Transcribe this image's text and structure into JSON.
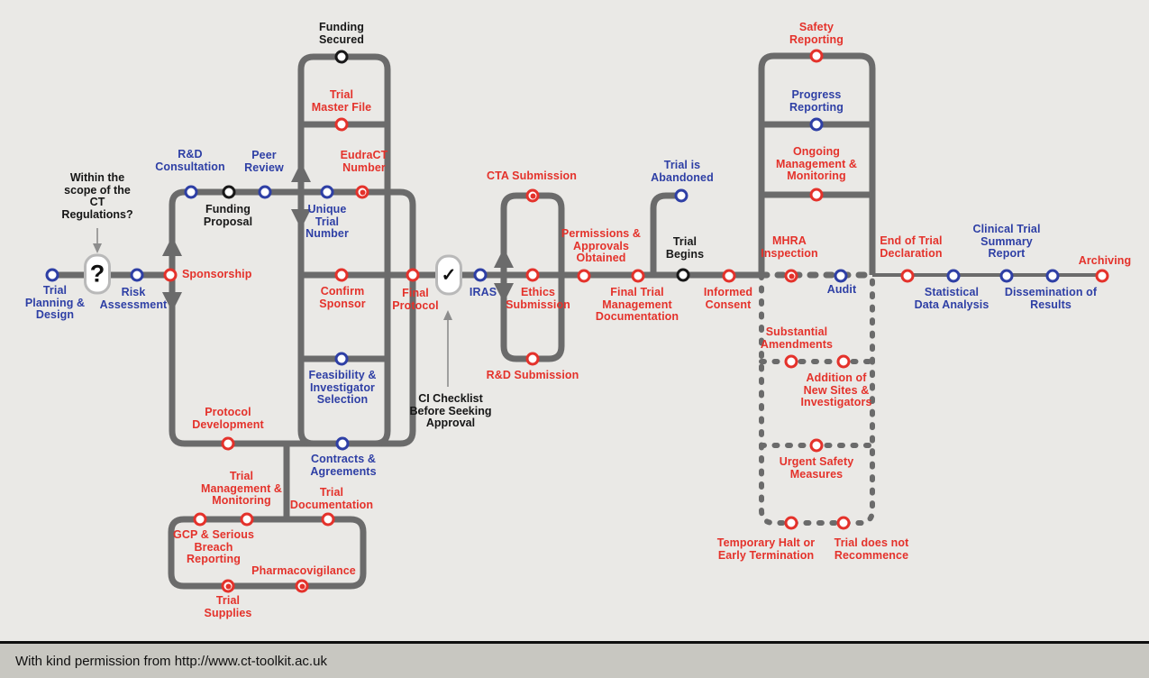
{
  "colors": {
    "red": "#e4322b",
    "blue": "#2e3fa5",
    "black": "#181818",
    "line_gray": "#6b6b6b",
    "background": "#eae9e6",
    "footer_bar": "#c8c7c1"
  },
  "diagram": {
    "stations": [
      {
        "id": "trial-planning-design",
        "label": "Trial\nPlanning &\nDesign",
        "color": "blue",
        "marker": "ring"
      },
      {
        "id": "risk-assessment",
        "label": "Risk\nAssessment",
        "color": "blue",
        "marker": "ring"
      },
      {
        "id": "sponsorship",
        "label": "Sponsorship",
        "color": "red",
        "marker": "ring"
      },
      {
        "id": "rd-consultation",
        "label": "R&D\nConsultation",
        "color": "blue",
        "marker": "ring"
      },
      {
        "id": "funding-proposal",
        "label": "Funding\nProposal",
        "color": "black",
        "marker": "ring"
      },
      {
        "id": "peer-review",
        "label": "Peer\nReview",
        "color": "blue",
        "marker": "ring"
      },
      {
        "id": "funding-secured",
        "label": "Funding\nSecured",
        "color": "black",
        "marker": "ring"
      },
      {
        "id": "trial-master-file",
        "label": "Trial\nMaster File",
        "color": "red",
        "marker": "ring"
      },
      {
        "id": "eudract-number",
        "label": "EudraCT\nNumber",
        "color": "red",
        "marker": "target"
      },
      {
        "id": "unique-trial-number",
        "label": "Unique\nTrial\nNumber",
        "color": "blue",
        "marker": "ring"
      },
      {
        "id": "confirm-sponsor",
        "label": "Confirm\nSponsor",
        "color": "red",
        "marker": "ring"
      },
      {
        "id": "feasibility-investigator-selection",
        "label": "Feasibility &\nInvestigator\nSelection",
        "color": "blue",
        "marker": "ring"
      },
      {
        "id": "contracts-agreements",
        "label": "Contracts &\nAgreements",
        "color": "blue",
        "marker": "ring"
      },
      {
        "id": "protocol-development",
        "label": "Protocol\nDevelopment",
        "color": "red",
        "marker": "ring"
      },
      {
        "id": "trial-management-monitoring",
        "label": "Trial\nManagement &\nMonitoring",
        "color": "red",
        "marker": "ring"
      },
      {
        "id": "gcp-serious-breach-reporting",
        "label": "GCP & Serious\nBreach\nReporting",
        "color": "red",
        "marker": "ring"
      },
      {
        "id": "trial-documentation",
        "label": "Trial\nDocumentation",
        "color": "red",
        "marker": "ring"
      },
      {
        "id": "trial-supplies",
        "label": "Trial\nSupplies",
        "color": "red",
        "marker": "target"
      },
      {
        "id": "pharmacovigilance",
        "label": "Pharmacovigilance",
        "color": "red",
        "marker": "target"
      },
      {
        "id": "final-protocol",
        "label": "Final\nProtocol",
        "color": "red",
        "marker": "ring"
      },
      {
        "id": "iras",
        "label": "IRAS",
        "color": "blue",
        "marker": "ring"
      },
      {
        "id": "cta-submission",
        "label": "CTA Submission",
        "color": "red",
        "marker": "target"
      },
      {
        "id": "ethics-submission",
        "label": "Ethics\nSubmission",
        "color": "red",
        "marker": "ring"
      },
      {
        "id": "rd-submission",
        "label": "R&D Submission",
        "color": "red",
        "marker": "ring"
      },
      {
        "id": "permissions-approvals-obtained",
        "label": "Permissions &\nApprovals\nObtained",
        "color": "red",
        "marker": "ring"
      },
      {
        "id": "final-trial-management-documentation",
        "label": "Final Trial\nManagement\nDocumentation",
        "color": "red",
        "marker": "ring"
      },
      {
        "id": "trial-is-abandoned",
        "label": "Trial is\nAbandoned",
        "color": "blue",
        "marker": "ring"
      },
      {
        "id": "trial-begins",
        "label": "Trial\nBegins",
        "color": "black",
        "marker": "ring"
      },
      {
        "id": "informed-consent",
        "label": "Informed\nConsent",
        "color": "red",
        "marker": "ring"
      },
      {
        "id": "safety-reporting",
        "label": "Safety\nReporting",
        "color": "red",
        "marker": "ring"
      },
      {
        "id": "progress-reporting",
        "label": "Progress\nReporting",
        "color": "blue",
        "marker": "ring"
      },
      {
        "id": "ongoing-management-monitoring",
        "label": "Ongoing\nManagement &\nMonitoring",
        "color": "red",
        "marker": "ring"
      },
      {
        "id": "mhra-inspection",
        "label": "MHRA\nInspection",
        "color": "red",
        "marker": "target"
      },
      {
        "id": "audit",
        "label": "Audit",
        "color": "blue",
        "marker": "ring"
      },
      {
        "id": "substantial-amendments",
        "label": "Substantial\nAmendments",
        "color": "red",
        "marker": "ring"
      },
      {
        "id": "addition-new-sites-investigators",
        "label": "Addition of\nNew Sites &\nInvestigators",
        "color": "red",
        "marker": "ring"
      },
      {
        "id": "urgent-safety-measures",
        "label": "Urgent Safety\nMeasures",
        "color": "red",
        "marker": "ring"
      },
      {
        "id": "temporary-halt-early-termination",
        "label": "Temporary Halt or\nEarly Termination",
        "color": "red",
        "marker": "ring"
      },
      {
        "id": "trial-does-not-recommence",
        "label": "Trial does not\nRecommence",
        "color": "red",
        "marker": "ring"
      },
      {
        "id": "end-of-trial-declaration",
        "label": "End of Trial\nDeclaration",
        "color": "red",
        "marker": "ring"
      },
      {
        "id": "statistical-data-analysis",
        "label": "Statistical\nData Analysis",
        "color": "blue",
        "marker": "ring"
      },
      {
        "id": "clinical-trial-summary-report",
        "label": "Clinical Trial\nSummary\nReport",
        "color": "blue",
        "marker": "ring"
      },
      {
        "id": "dissemination-of-results",
        "label": "Dissemination of\nResults",
        "color": "blue",
        "marker": "ring"
      },
      {
        "id": "archiving",
        "label": "Archiving",
        "color": "red",
        "marker": "ring"
      }
    ],
    "decisions": [
      {
        "id": "scope-question",
        "glyph": "?",
        "caption": "Within the\nscope of the\nCT\nRegulations?"
      },
      {
        "id": "ci-checklist",
        "glyph": "✓",
        "caption": "CI Checklist\nBefore Seeking\nApproval"
      }
    ]
  },
  "footer": {
    "text": "With kind permission from http://www.ct-toolkit.ac.uk"
  }
}
